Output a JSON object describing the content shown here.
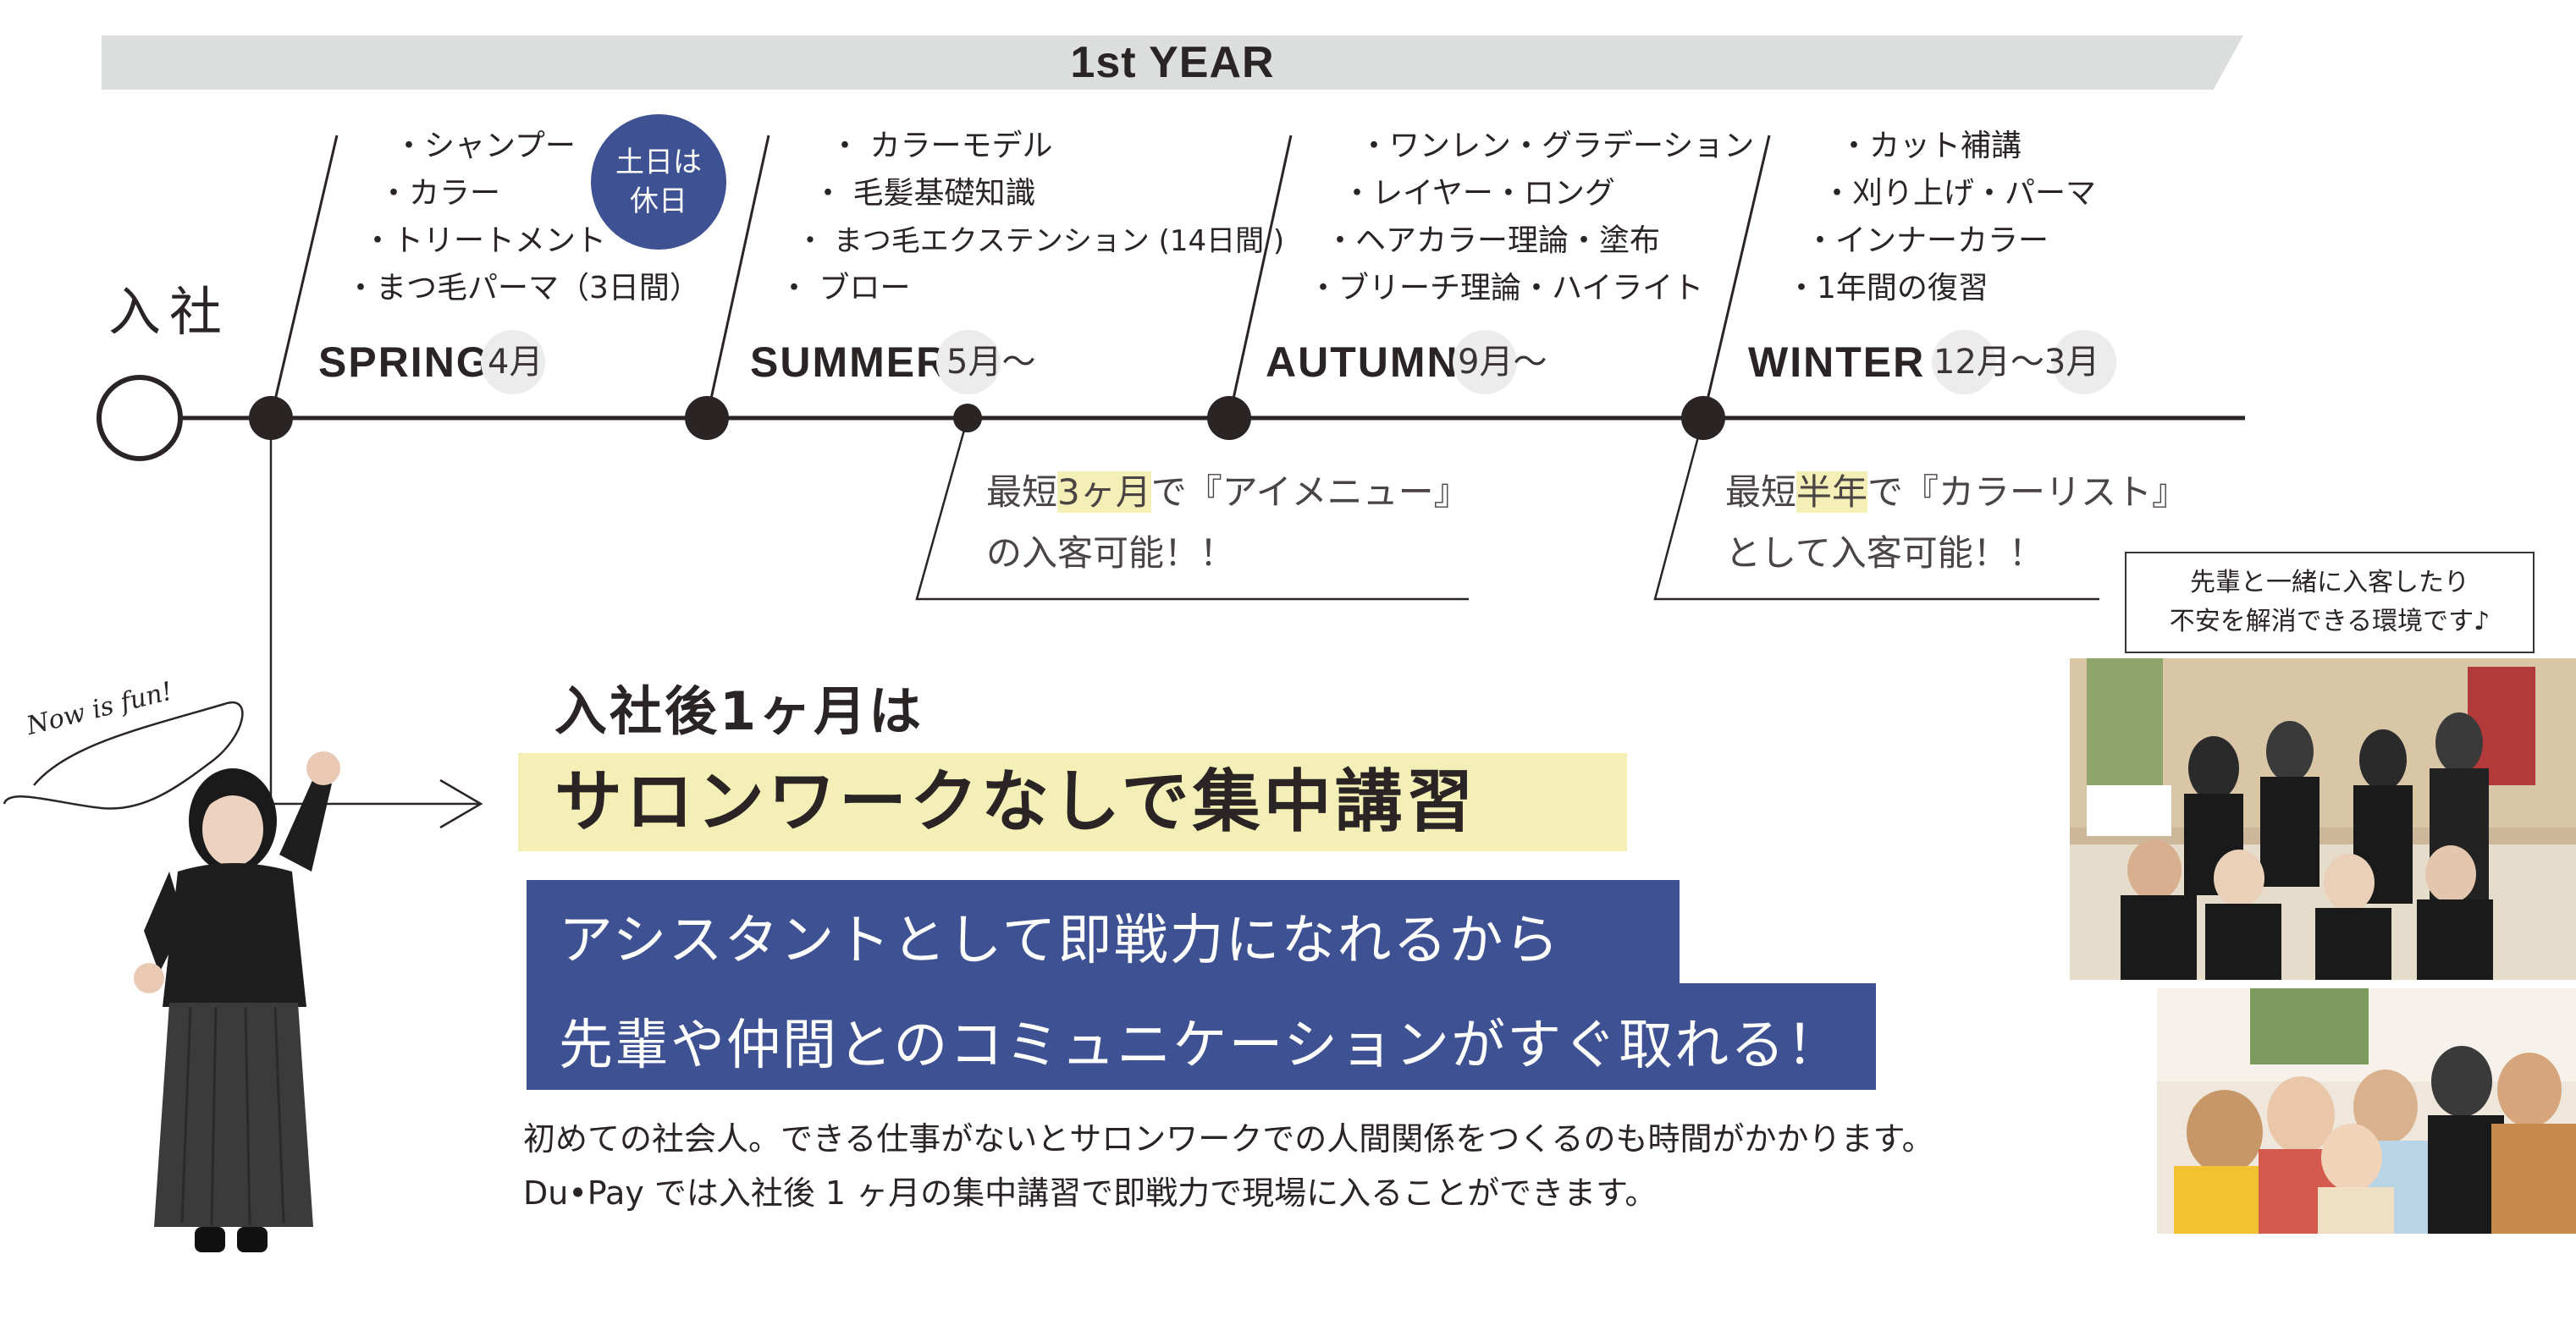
{
  "header": {
    "year_title": "1st YEAR"
  },
  "timeline": {
    "join_label": "入社",
    "weekend_badge": [
      "土日は",
      "休日"
    ],
    "seasons": [
      {
        "name": "SPRING",
        "month": "4月",
        "topics": [
          "・シャンプー",
          "・カラー",
          "・トリートメント",
          "・まつ毛パーマ（3日間）"
        ]
      },
      {
        "name": "SUMMER",
        "month": "5月〜",
        "topics": [
          "・ カラーモデル",
          "・ 毛髪基礎知識",
          "・ まつ毛エクステンション (14日間 )",
          "・ ブロー"
        ]
      },
      {
        "name": "AUTUMN",
        "month": "9月〜",
        "topics": [
          "・ワンレン・グラデーション",
          "・レイヤー・ロング",
          "・ヘアカラー理論・塗布",
          "・ブリーチ理論・ハイライト"
        ]
      },
      {
        "name": "WINTER",
        "month": "12月〜3月",
        "topics": [
          "・カット補講",
          "・刈り上げ・パーマ",
          "・インナーカラー",
          "・1年間の復習"
        ]
      }
    ],
    "notes": [
      {
        "prefix": "最短",
        "highlight": "3ヶ月",
        "suffix": "で『アイメニュー』",
        "line2": "の入客可能！！"
      },
      {
        "prefix": "最短",
        "highlight": "半年",
        "suffix": "で『カラーリスト』",
        "line2": "として入客可能！！"
      }
    ]
  },
  "senior_box": [
    "先輩と一緒に入客したり",
    "不安を解消できる環境です♪"
  ],
  "feature": {
    "first_month": "入社後1ヶ月は",
    "intensive": "サロンワークなしで集中講習",
    "blue_lines": [
      "アシスタントとして即戦力になれるから",
      "先輩や仲間とのコミュニケーションがすぐ取れる！"
    ],
    "body_lines": [
      "初めての社会人。できる仕事がないとサロンワークでの人間関係をつくるのも時間がかかります。",
      "Du•Pay では入社後 1 ヶ月の集中講習で即戦力で現場に入ることができます。"
    ]
  },
  "handwriting": "Now is fun!",
  "colors": {
    "accent_blue": "#3e5192",
    "highlight_yellow": "#f4efb6",
    "band_gray": "#dcdddd",
    "ink": "#2a2424"
  }
}
